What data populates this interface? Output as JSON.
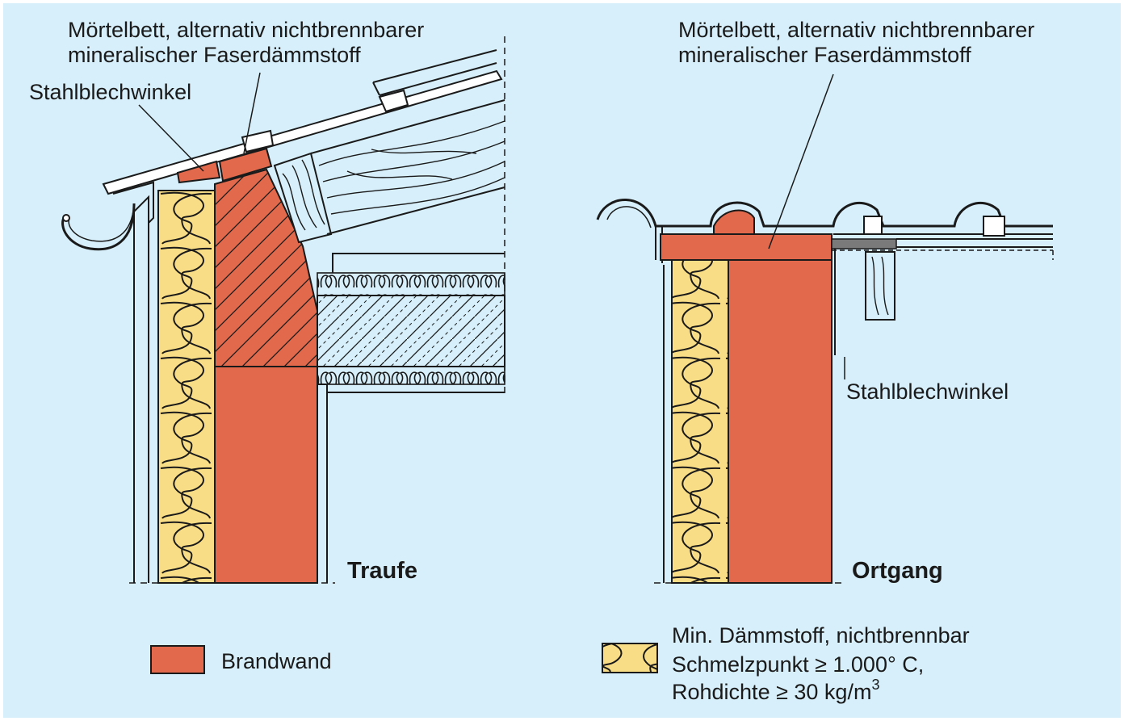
{
  "traufe": {
    "title": "Traufe",
    "label_moertel_line1": "Mörtelbett, alternativ nichtbrennbarer",
    "label_moertel_line2": "mineralischer Faserdämmstoff",
    "label_stahl": "Stahlblechwinkel"
  },
  "ortgang": {
    "title": "Ortgang",
    "label_moertel_line1": "Mörtelbett, alternativ nichtbrennbarer",
    "label_moertel_line2": "mineralischer Faserdämmstoff",
    "label_stahl": "Stahlblechwinkel"
  },
  "legend": {
    "brandwand": "Brandwand",
    "daemm_line1": "Min. Dämmstoff, nichtbrennbar",
    "daemm_line2": "Schmelzpunkt ≥ 1.000° C,",
    "daemm_line3_prefix": "Rohdichte ≥ 30 kg/m",
    "daemm_line3_sup": "3"
  },
  "colors": {
    "background": "#d6effa",
    "brandwand": "#e2694c",
    "daemmstoff": "#f8dc86",
    "outline": "#1a1a1a"
  }
}
